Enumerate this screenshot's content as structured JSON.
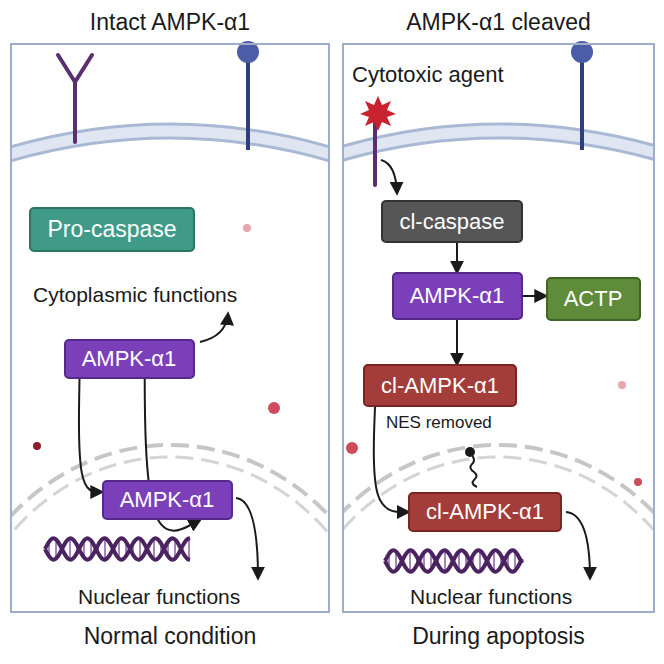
{
  "diagram": {
    "nodes": [
      {
        "text": [
          "Intact AMPK-α1",
          "Normal condition"
        ]
      },
      {
        "text": [
          "Pro-caspase"
        ],
        "in": 0
      },
      {
        "text": [
          "AMPK-α1"
        ],
        "in": 0
      },
      {
        "text": [
          "AMPK-α1"
        ],
        "in": 0
      },
      {
        "text": [
          "AMPK-α1 cleaved",
          "During apoptosis"
        ]
      },
      {
        "text": [
          "cl-caspase"
        ],
        "in": 4
      },
      {
        "text": [
          "AMPK-α1"
        ],
        "in": 4
      },
      {
        "text": [
          "ACTP"
        ],
        "in": 4
      },
      {
        "text": [
          "cl-AMPK-α1"
        ],
        "in": 4
      },
      {
        "text": [
          "cl-AMPK-α1"
        ],
        "in": 4
      }
    ],
    "edges": [
      {
        "from": 2,
        "to": 3,
        "arrow": "to"
      },
      {
        "from": 3,
        "to": 2,
        "arrow": "to"
      },
      {
        "from": 5,
        "to": 6,
        "arrow": "to"
      },
      {
        "from": 6,
        "to": 7,
        "arrow": "to"
      },
      {
        "from": 6,
        "to": 8,
        "arrow": "to"
      },
      {
        "from": 8,
        "to": 9,
        "arrow": "to"
      }
    ],
    "labels": [
      "Cytoplasmic functions",
      "Nuclear functions",
      "Cytotoxic agent",
      "NES removed",
      "Nuclear functions"
    ]
  }
}
